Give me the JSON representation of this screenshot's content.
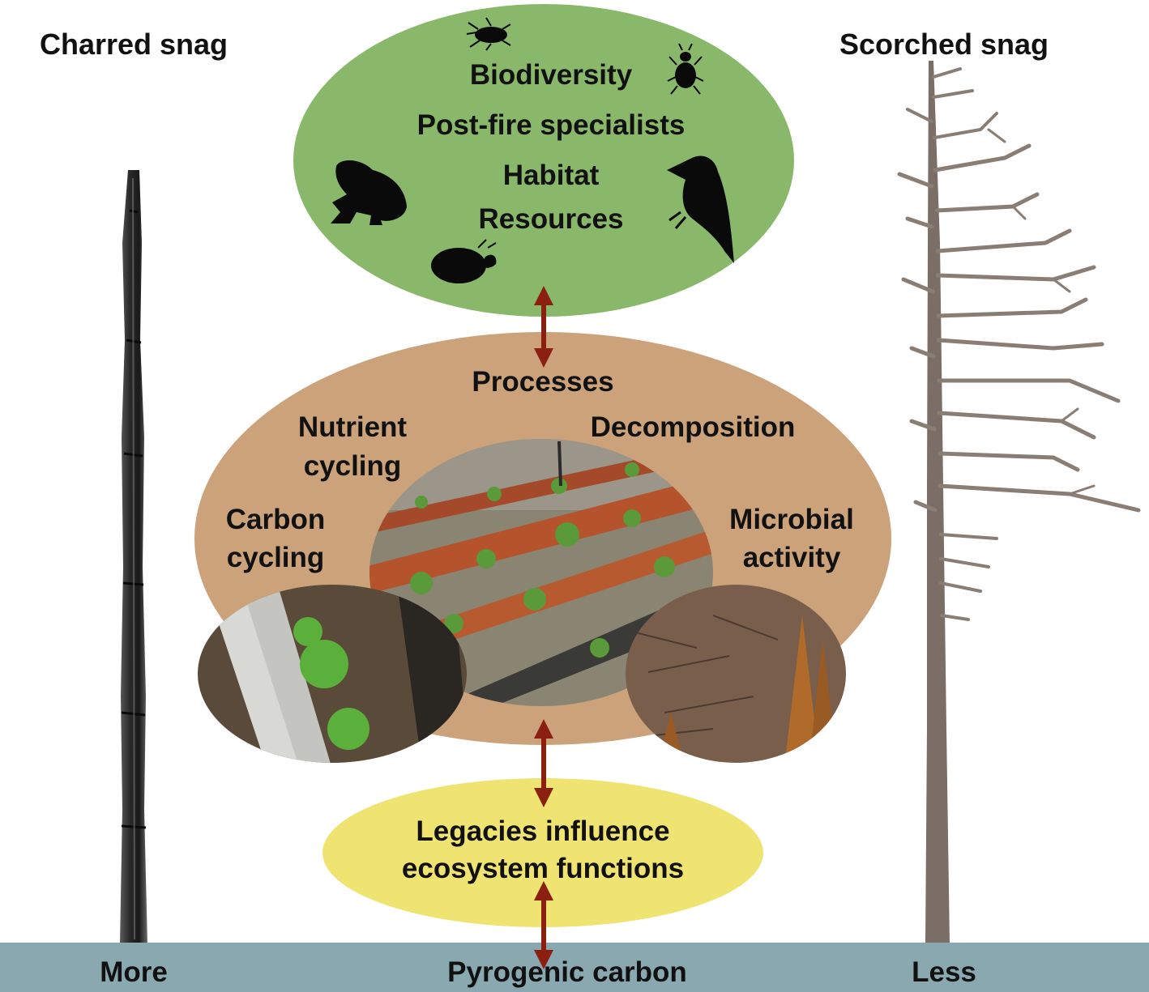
{
  "left_title": "Charred snag",
  "right_title": "Scorched snag",
  "biodiversity": {
    "items": [
      "Biodiversity",
      "Post-fire specialists",
      "Habitat",
      "Resources"
    ],
    "fill": "#8ab86a"
  },
  "processes": {
    "title": "Processes",
    "nutrient": [
      "Nutrient",
      "cycling"
    ],
    "decomposition": "Decomposition",
    "carbon": [
      "Carbon",
      "cycling"
    ],
    "microbial": [
      "Microbial",
      "activity"
    ],
    "fill": "#cba27a"
  },
  "legacies": {
    "lines": [
      "Legacies influence",
      "ecosystem functions"
    ],
    "fill": "#efe472"
  },
  "gradient_bar": {
    "left": "More",
    "center": "Pyrogenic carbon",
    "right": "Less",
    "fill": "#8aa8b0"
  },
  "arrow_color": "#8b2010"
}
